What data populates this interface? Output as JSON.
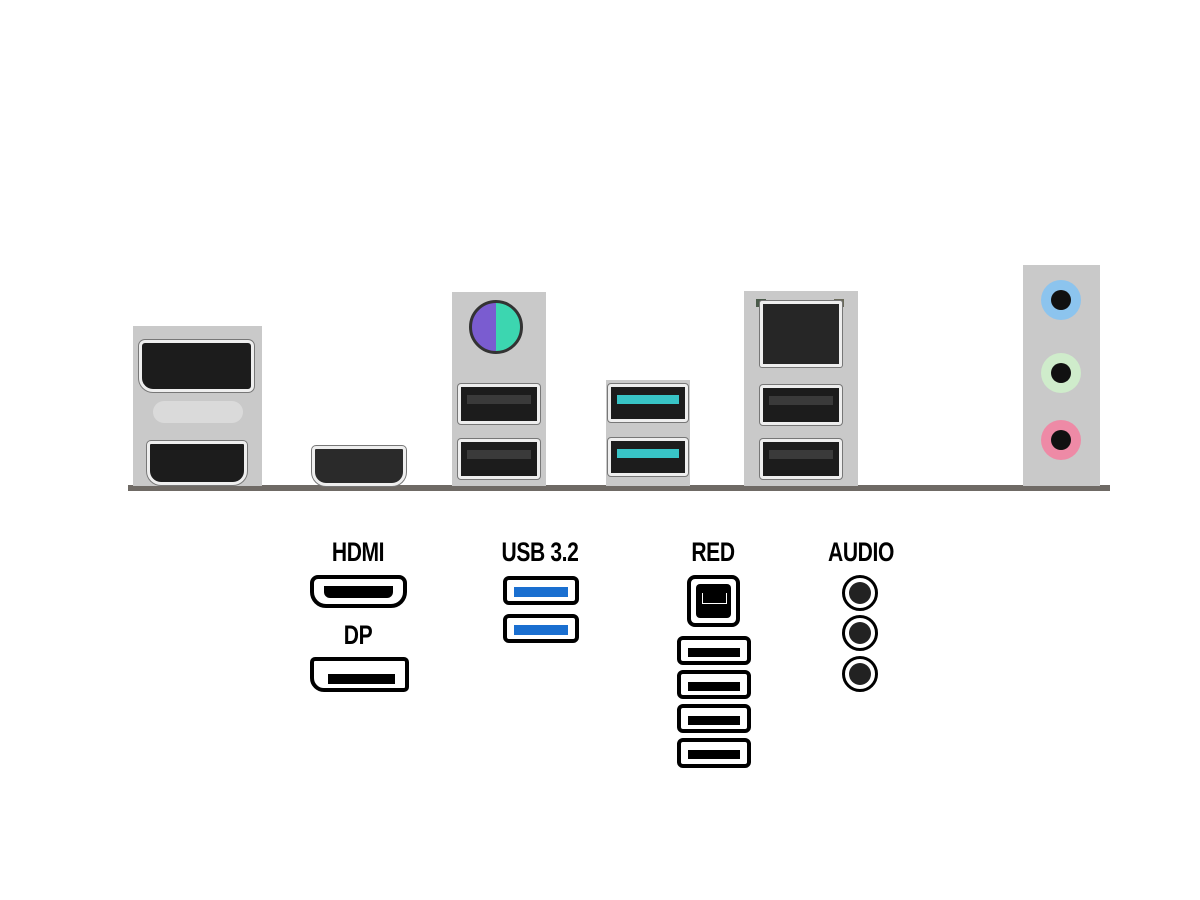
{
  "legend": {
    "hdmi_label": "HDMI",
    "dp_label": "DP",
    "usb32_label": "USB 3.2",
    "lan_label": "RED",
    "audio_label": "AUDIO"
  },
  "colors": {
    "usb3_port": "#38c4c6",
    "usb3_icon": "#1a6fd0",
    "audio_blue": "#8cc4ee",
    "audio_green": "#cfeccb",
    "audio_pink": "#ee8aa6",
    "ps2_purple": "#7a5cd0",
    "ps2_green": "#3cd6b0"
  }
}
